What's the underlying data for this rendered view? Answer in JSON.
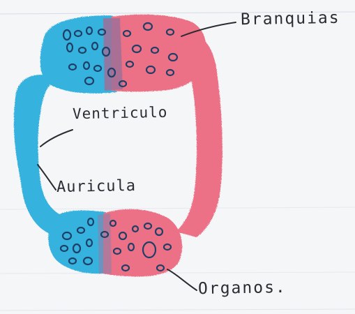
{
  "labels": {
    "branquias": "Branquias",
    "ventriculo": "Ventriculo",
    "auricula": "Auricula",
    "organos": "Organos."
  },
  "colors": {
    "paper": "#f5f6f8",
    "blue": "#36b2dd",
    "red": "#ec6f86",
    "purple_overlap": "#9f6f97",
    "ink": "#2a2b33"
  }
}
